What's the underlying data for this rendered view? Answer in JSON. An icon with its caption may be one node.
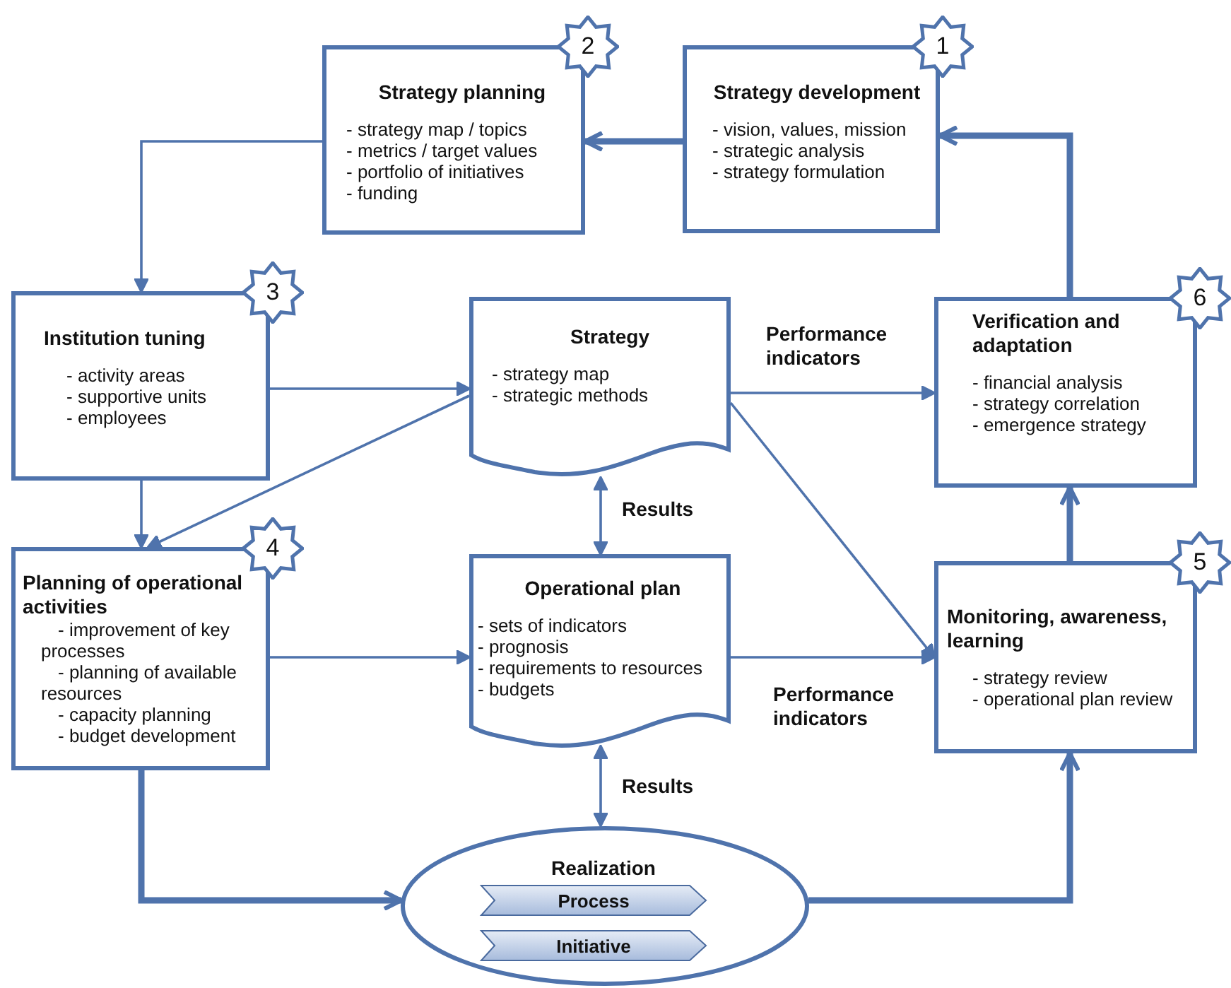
{
  "diagram": {
    "nodes": [
      {
        "text": [
          "Strategy development",
          "- vision, values, mission",
          "- strategic analysis",
          "- strategy formulation"
        ],
        "beside": [
          "1"
        ]
      },
      {
        "text": [
          "Strategy planning",
          "- strategy map / topics",
          "- metrics / target values",
          "- portfolio of initiatives",
          "- funding"
        ],
        "beside": [
          "2"
        ]
      },
      {
        "text": [
          "Institution tuning",
          "- activity areas",
          "- supportive units",
          "- employees"
        ],
        "beside": [
          "3"
        ]
      },
      {
        "text": [
          "Strategy",
          "- strategy map",
          "- strategic methods"
        ]
      },
      {
        "text": [
          "Verification and adaptation",
          "- financial analysis",
          "- strategy correlation",
          "- emergence strategy"
        ],
        "beside": [
          "6"
        ]
      },
      {
        "text": [
          "Planning of operational activities",
          "- improvement of key processes",
          "- planning of available resources",
          "- capacity planning",
          "- budget development"
        ],
        "beside": [
          "4"
        ]
      },
      {
        "text": [
          "Operational plan",
          "- sets of indicators",
          "- prognosis",
          "- requirements to resources",
          "- budgets"
        ]
      },
      {
        "text": [
          "Monitoring, awareness, learning",
          "- strategy review",
          "- operational plan review"
        ],
        "beside": [
          "5"
        ]
      },
      {
        "text": [
          "Realization"
        ]
      },
      {
        "text": [
          "Process"
        ],
        "in": 8
      },
      {
        "text": [
          "Initiative"
        ],
        "in": 8
      }
    ],
    "edges": [
      {
        "from": 0,
        "to": 1,
        "arrow": "to",
        "style": "thick"
      },
      {
        "from": 1,
        "to": 2,
        "arrow": "to"
      },
      {
        "from": 2,
        "to": 3,
        "arrow": "to"
      },
      {
        "from": 2,
        "to": 5,
        "arrow": "to"
      },
      {
        "from": 3,
        "to": 5,
        "arrow": "to"
      },
      {
        "from": 3,
        "to": 4,
        "arrow": "to",
        "label": "Performance indicators"
      },
      {
        "from": 3,
        "to": 7,
        "arrow": "to"
      },
      {
        "from": 3,
        "to": 6,
        "arrow": "both",
        "label": "Results"
      },
      {
        "from": 5,
        "to": 6,
        "arrow": "to"
      },
      {
        "from": 6,
        "to": 7,
        "arrow": "to",
        "label": "Performance indicators"
      },
      {
        "from": 6,
        "to": 8,
        "arrow": "both",
        "label": "Results"
      },
      {
        "from": 5,
        "to": 8,
        "arrow": "to",
        "style": "thick"
      },
      {
        "from": 8,
        "to": 7,
        "arrow": "to",
        "style": "thick"
      },
      {
        "from": 7,
        "to": 4,
        "arrow": "to",
        "style": "thick"
      },
      {
        "from": 4,
        "to": 0,
        "arrow": "to",
        "style": "thick"
      }
    ]
  }
}
